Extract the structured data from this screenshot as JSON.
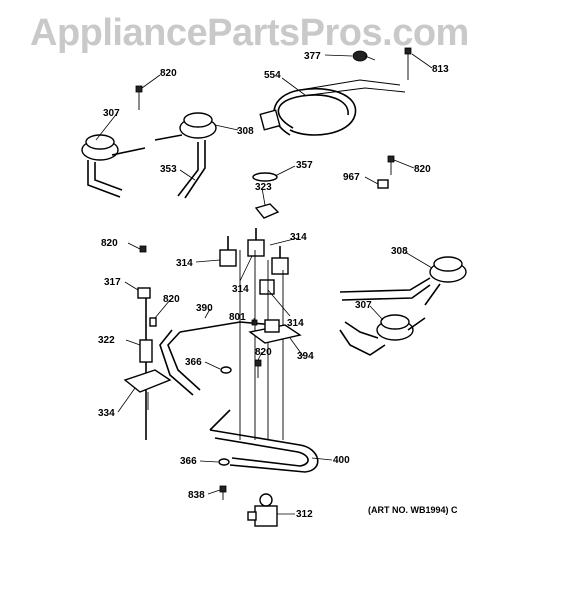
{
  "watermark": "AppliancePartsPros.com",
  "art_number": "(ART NO. WB1994) C",
  "callouts": {
    "c820a": "820",
    "c377": "377",
    "c813": "813",
    "c554": "554",
    "c307a": "307",
    "c308a": "308",
    "c353": "353",
    "c357": "357",
    "c323": "323",
    "c967": "967",
    "c820b": "820",
    "c314a": "314",
    "c314b": "314",
    "c314c": "314",
    "c314d": "314",
    "c820c": "820",
    "c317": "317",
    "c820d": "820",
    "c390": "390",
    "c801": "801",
    "c308b": "308",
    "c307b": "307",
    "c322": "322",
    "c366a": "366",
    "c820e": "820",
    "c394": "394",
    "c334": "334",
    "c400": "400",
    "c366b": "366",
    "c838": "838",
    "c312": "312"
  }
}
